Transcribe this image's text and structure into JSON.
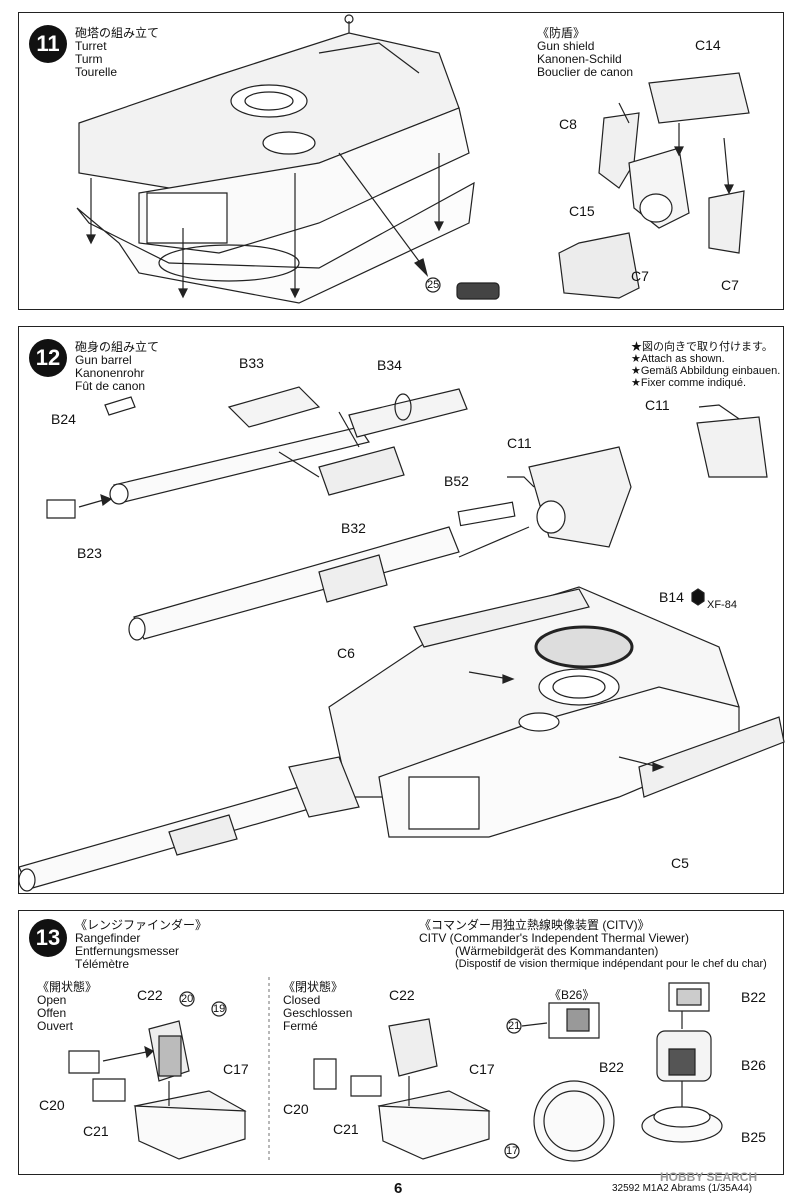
{
  "page": {
    "number": "6",
    "footer_code": "32592 M1A2 Abrams (1/35A44)",
    "watermark": "HOBBY SEARCH"
  },
  "steps": [
    {
      "number": "11",
      "title_lines": [
        "砲塔の組み立て",
        "Turret",
        "Turm",
        "Tourelle"
      ],
      "sub": {
        "lines": [
          "《防盾》",
          "Gun shield",
          "Kanonen-Schild",
          "Bouclier de canon"
        ]
      },
      "labels": [
        "C14",
        "C8",
        "C15",
        "C7",
        "C7"
      ],
      "ref": "25"
    },
    {
      "number": "12",
      "title_lines": [
        "砲身の組み立て",
        "Gun barrel",
        "Kanonenrohr",
        "Fût de canon"
      ],
      "note_lines": [
        "★図の向きで取り付けます。",
        "★Attach as shown.",
        "★Gemäß Abbildung einbauen.",
        "★Fixer comme indiqué."
      ],
      "labels": [
        "B33",
        "B34",
        "B24",
        "B23",
        "B32",
        "C11",
        "B52",
        "C11",
        "B14",
        "C6",
        "C5"
      ],
      "paint": "XF-84"
    },
    {
      "number": "13",
      "title_lines": [
        "《レンジファインダー》",
        "Rangefinder",
        "Entfernungsmesser",
        "Télémètre"
      ],
      "citv_lines": [
        "《コマンダー用独立熱線映像装置 (CITV)》",
        "CITV (Commander's Independent Thermal Viewer)",
        "(Wärmebildgerät des Kommandanten)",
        "(Dispostif de vision thermique indépendant pour le chef du char)"
      ],
      "open_lines": [
        "《開状態》",
        "Open",
        "Offen",
        "Ouvert"
      ],
      "closed_lines": [
        "《閉状態》",
        "Closed",
        "Geschlossen",
        "Fermé"
      ],
      "b26_label": "《B26》",
      "labels_open": [
        "C22",
        "C17",
        "C20",
        "C21"
      ],
      "labels_closed": [
        "C22",
        "C17",
        "C20",
        "C21"
      ],
      "labels_citv": [
        "B22",
        "B26",
        "B22",
        "B25"
      ],
      "refs": [
        "20",
        "19",
        "21",
        "17"
      ]
    }
  ]
}
